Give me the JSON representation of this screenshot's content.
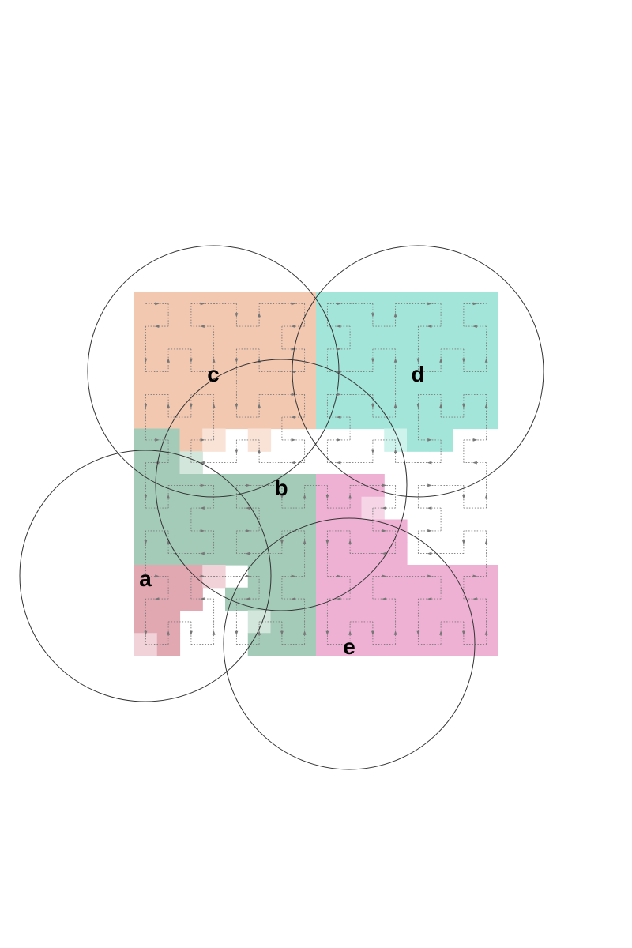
{
  "diagram": {
    "grid": {
      "cols": 16,
      "rows": 16
    },
    "colors": {
      "a": "#e2a8b2",
      "a_light": "#f0d2d8",
      "b": "#a4cbb8",
      "b_light": "#d2e6db",
      "c": "#f3c8b1",
      "c_light": "#f9e2d6",
      "d": "#a4e5da",
      "d_light": "#cdf3ec",
      "e": "#efb1d3",
      "e_light": "#f6d6e6",
      "circle_stroke": "#333333",
      "path_stroke": "#777777"
    },
    "regions": [
      {
        "id": "c",
        "label": "c",
        "cells": "c"
      },
      {
        "id": "d",
        "label": "d",
        "cells": "d"
      },
      {
        "id": "b",
        "label": "b",
        "cells": "b"
      },
      {
        "id": "a",
        "label": "a",
        "cells": "a"
      },
      {
        "id": "e",
        "label": "e",
        "cells": "e"
      }
    ]
  }
}
